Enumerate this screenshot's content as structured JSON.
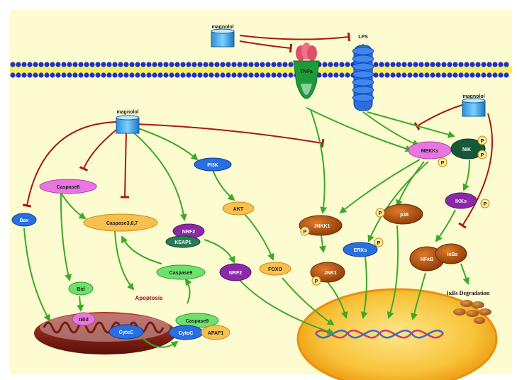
{
  "drug": "magnolol",
  "receptors": {
    "tnfa": "TNFa",
    "lps": "LPS"
  },
  "nodes": {
    "caspase8": "Caspase8",
    "caspase367": "Caspase3,6,7",
    "bax": "Bax",
    "bid": "Bid",
    "tbid": "tBid",
    "cytoc": "CytoC",
    "apoptosis": "Apoptosis",
    "caspase9": "Caspase9",
    "apaf1": "APAF1",
    "pi3k": "PI3K",
    "akt": "AKT",
    "nrf2": "NRF2",
    "keap1": "KEAP1",
    "foxo": "FOXO",
    "mekks": "MEKKs",
    "nik": "NIK",
    "ikks": "IKKs",
    "jnkk1": "JNKK1",
    "jnk1": "JNK1",
    "p38": "p38",
    "erks": "ERKs",
    "nfkb": "NFκB",
    "ikbs": "IκBs",
    "ikbs_degradation": "IκBs Degradation",
    "p": "P"
  },
  "colors": {
    "background": "#fdfbd0",
    "membrane": "#1e32c8",
    "activation": "#3aaa28",
    "inhibition": "#a81818",
    "nucleus": "#f2a21c"
  }
}
